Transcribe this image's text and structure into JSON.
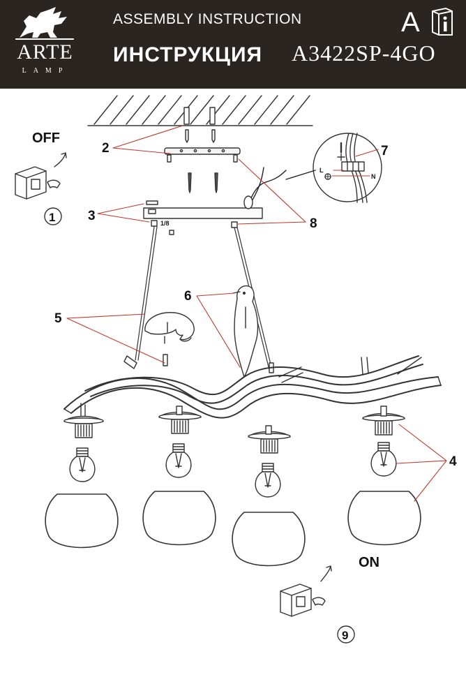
{
  "header": {
    "brand_name": "ARTE",
    "brand_sub": "LAMP",
    "title_en": "ASSEMBLY INSTRUCTION",
    "title_ru": "ИНСТРУКЦИЯ",
    "model": "A3422SP-4GO",
    "letter": "A"
  },
  "icons": [
    "griffin-logo-icon",
    "info-book-icon",
    "wall-switch-icon",
    "light-bulb-icon"
  ],
  "steps": {
    "off_label": "OFF",
    "on_label": "ON",
    "step_start": "1",
    "step_end": "9"
  },
  "callouts": {
    "n2": "2",
    "n3": "3",
    "n4": "4",
    "n5": "5",
    "n6": "6",
    "n7": "7",
    "n8": "8"
  },
  "wiring": {
    "live": "L",
    "neutral": "N"
  },
  "colors": {
    "header_bg": "#2b2522",
    "leader_line": "#c0392b",
    "line": "#333333"
  }
}
